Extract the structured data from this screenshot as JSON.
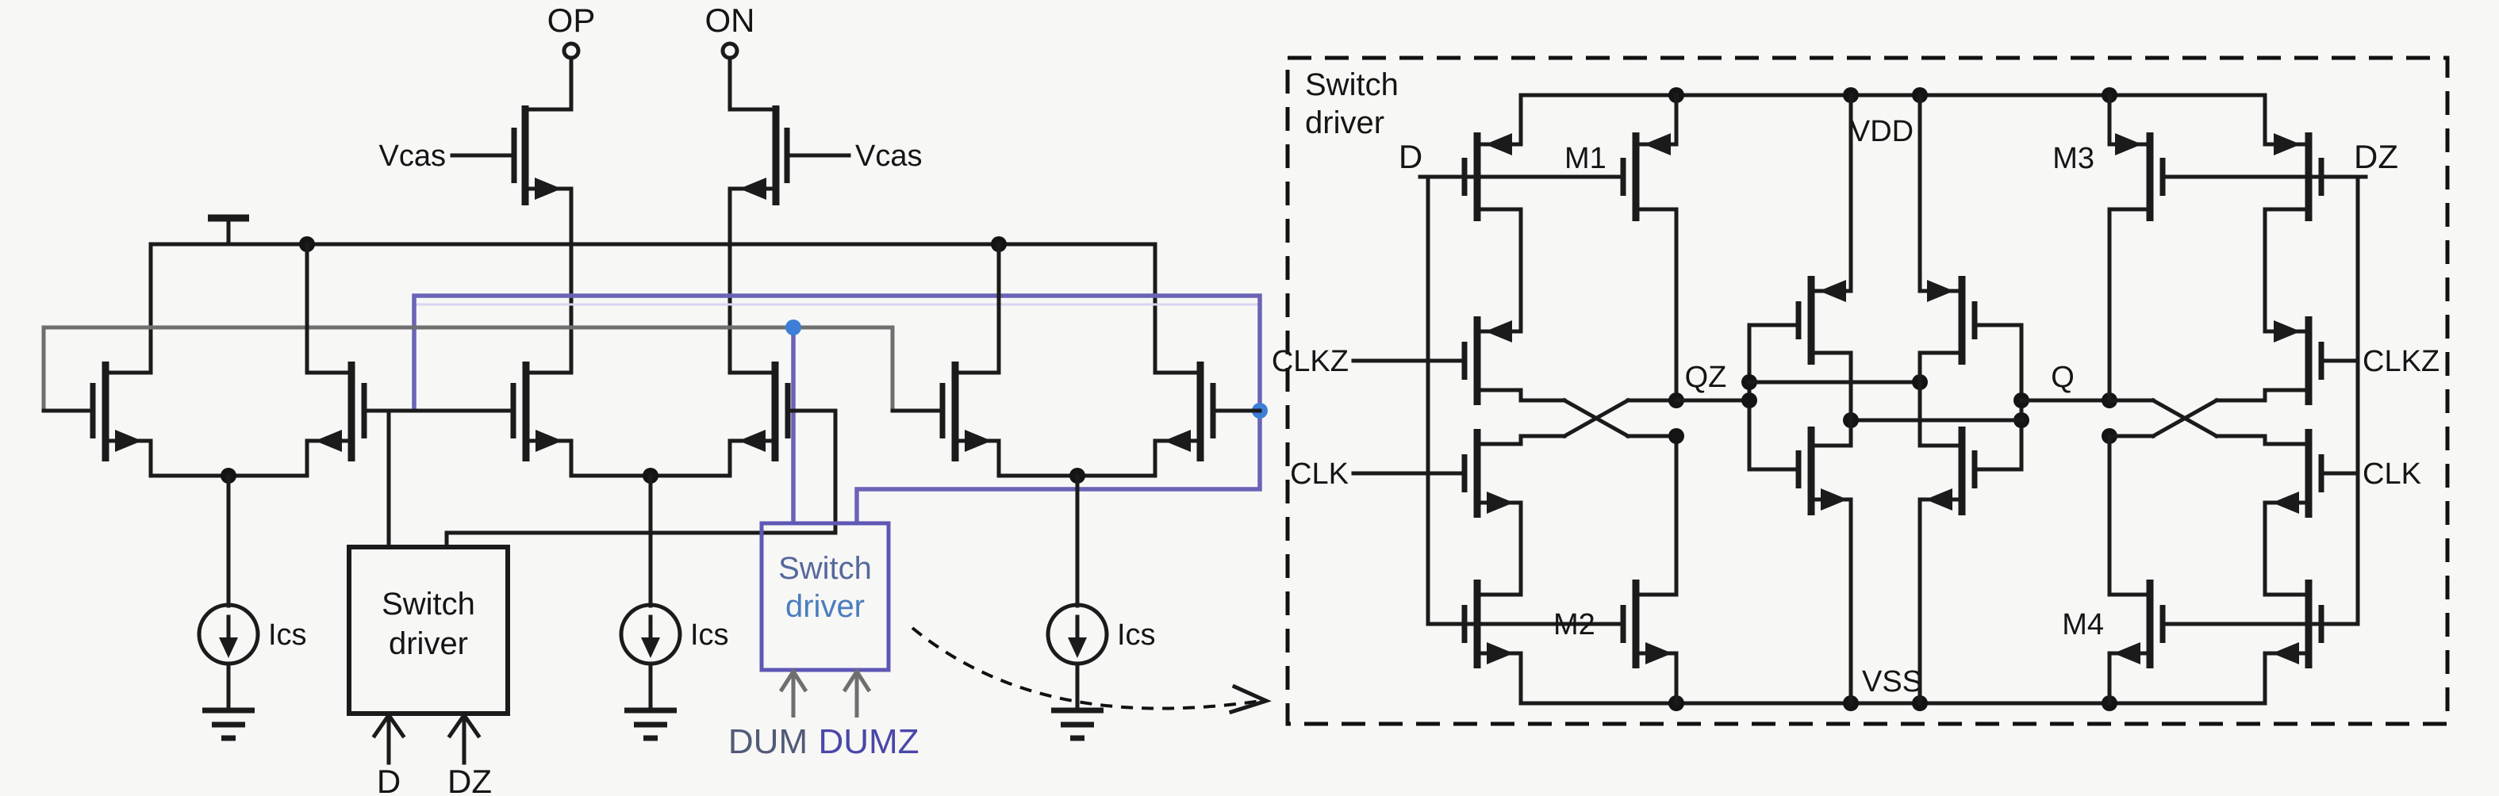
{
  "diagram": {
    "type": "circuit-schematic",
    "description": "Current-steering DAC cell with cascodes, three switch pairs, tail current sources and switch drivers; detailed switch-driver latch schematic in dashed box",
    "left_circuit": {
      "outputs": {
        "op": "OP",
        "on": "ON"
      },
      "cascodes": {
        "vcas_left": "Vcas",
        "vcas_right": "Vcas"
      },
      "current_sources": {
        "ics1": "Ics",
        "ics2": "Ics",
        "ics3": "Ics"
      },
      "driver_main": {
        "title_line1": "Switch",
        "title_line2": "driver",
        "input_left": "D",
        "input_right": "DZ"
      },
      "driver_dummy": {
        "title_line1": "Switch",
        "title_line2": "driver",
        "input_left": "DUM",
        "input_right": "DUMZ"
      }
    },
    "detail_box": {
      "title_line1": "Switch",
      "title_line2": "driver",
      "rails": {
        "vdd": "VDD",
        "vss": "VSS"
      },
      "left_inputs": {
        "d": "D",
        "clkz": "CLKZ",
        "clk": "CLK"
      },
      "right_inputs": {
        "dz": "DZ",
        "clkz": "CLKZ",
        "clk": "CLK"
      },
      "transistors": {
        "m1": "M1",
        "m2": "M2",
        "m3": "M3",
        "m4": "M4"
      },
      "nodes": {
        "qz": "QZ",
        "q": "Q"
      }
    },
    "colors": {
      "wire_black": "#1b1b1b",
      "net_gray": "#6f6f6f",
      "net_purple": "#6a63b6",
      "driver_dummy_box": "#5e57b5",
      "junction_blue": "#3d7fd6",
      "background": "#f7f7f6"
    }
  }
}
